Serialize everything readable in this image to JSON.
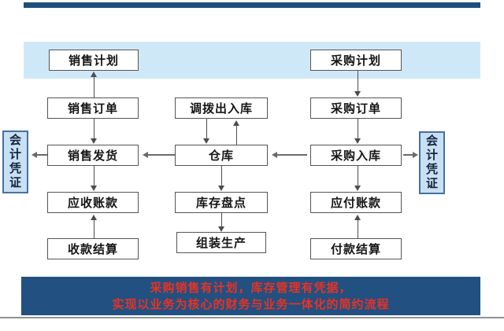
{
  "flowchart": {
    "plan_band": {
      "sales_plan": "销售计划",
      "purchase_plan": "采购计划"
    },
    "left_column": {
      "sales_order": "销售订单",
      "sales_delivery": "销售发货",
      "accounts_receivable": "应收账款",
      "receipt_settlement": "收款结算"
    },
    "middle_column": {
      "transfer_in_out": "调拨出入库",
      "warehouse": "仓库",
      "inventory_count": "库存盘点",
      "assembly_production": "组装生产"
    },
    "right_column": {
      "purchase_order": "采购订单",
      "purchase_receipt": "采购入库",
      "accounts_payable": "应付账款",
      "payment_settlement": "付款结算"
    },
    "left_voucher": "会计凭证",
    "right_voucher": "会计凭证"
  },
  "banner": {
    "line1": "采购销售有计划，库存管理有凭据，",
    "line2": "实现以业务为核心的财务与业务一体化的简约流程"
  },
  "colors": {
    "plan_band_fill": "#cfe8f8",
    "top_bar": "#1f4e79",
    "banner_fill": "#215081",
    "banner_text": "#ea3223",
    "voucher_fill": "#c7e0f4",
    "voucher_border": "#46719e",
    "node_border": "#555555",
    "arrow": "#4d4d4d"
  }
}
